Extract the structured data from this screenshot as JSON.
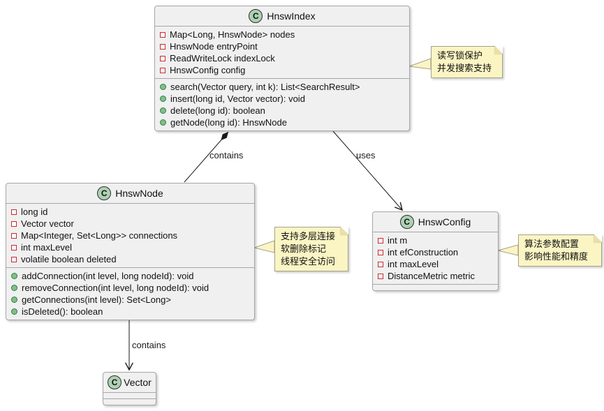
{
  "diagram": {
    "classes": [
      {
        "kind": "C",
        "name": "HnswIndex",
        "attributes": [
          "Map<Long, HnswNode> nodes",
          "HnswNode entryPoint",
          "ReadWriteLock indexLock",
          "HnswConfig config"
        ],
        "methods": [
          "search(Vector query, int k): List<SearchResult>",
          "insert(long id, Vector vector): void",
          "delete(long id): boolean",
          "getNode(long id): HnswNode"
        ]
      },
      {
        "kind": "C",
        "name": "HnswNode",
        "attributes": [
          "long id",
          "Vector vector",
          "Map<Integer, Set<Long>> connections",
          "int maxLevel",
          "volatile boolean deleted"
        ],
        "methods": [
          "addConnection(int level, long nodeId): void",
          "removeConnection(int level, long nodeId): void",
          "getConnections(int level): Set<Long>",
          "isDeleted(): boolean"
        ]
      },
      {
        "kind": "C",
        "name": "HnswConfig",
        "attributes": [
          "int m",
          "int efConstruction",
          "int maxLevel",
          "DistanceMetric metric"
        ],
        "methods": []
      },
      {
        "kind": "C",
        "name": "Vector",
        "attributes": [],
        "methods": []
      }
    ],
    "edges": [
      {
        "from": "HnswIndex",
        "to": "HnswNode",
        "label": "contains",
        "type": "composition"
      },
      {
        "from": "HnswIndex",
        "to": "HnswConfig",
        "label": "uses",
        "type": "arrow"
      },
      {
        "from": "HnswNode",
        "to": "Vector",
        "label": "contains",
        "type": "arrow"
      }
    ],
    "notes": [
      {
        "target": "HnswIndex",
        "lines": [
          "读写锁保护",
          "并发搜索支持"
        ]
      },
      {
        "target": "HnswNode",
        "lines": [
          "支持多层连接",
          "软删除标记",
          "线程安全访问"
        ]
      },
      {
        "target": "HnswConfig",
        "lines": [
          "算法参数配置",
          "影响性能和精度"
        ]
      }
    ],
    "colors": {
      "class_fill": "#F0F0F0",
      "class_border": "#A7A7A7",
      "note_fill": "#FBF5C4",
      "note_border": "#A5A289",
      "circle_fill": "#ADD1B2",
      "private_field_icon": "#C82930",
      "public_method_icon": "#84BE84",
      "edge_line": "#1A1A1A"
    }
  }
}
